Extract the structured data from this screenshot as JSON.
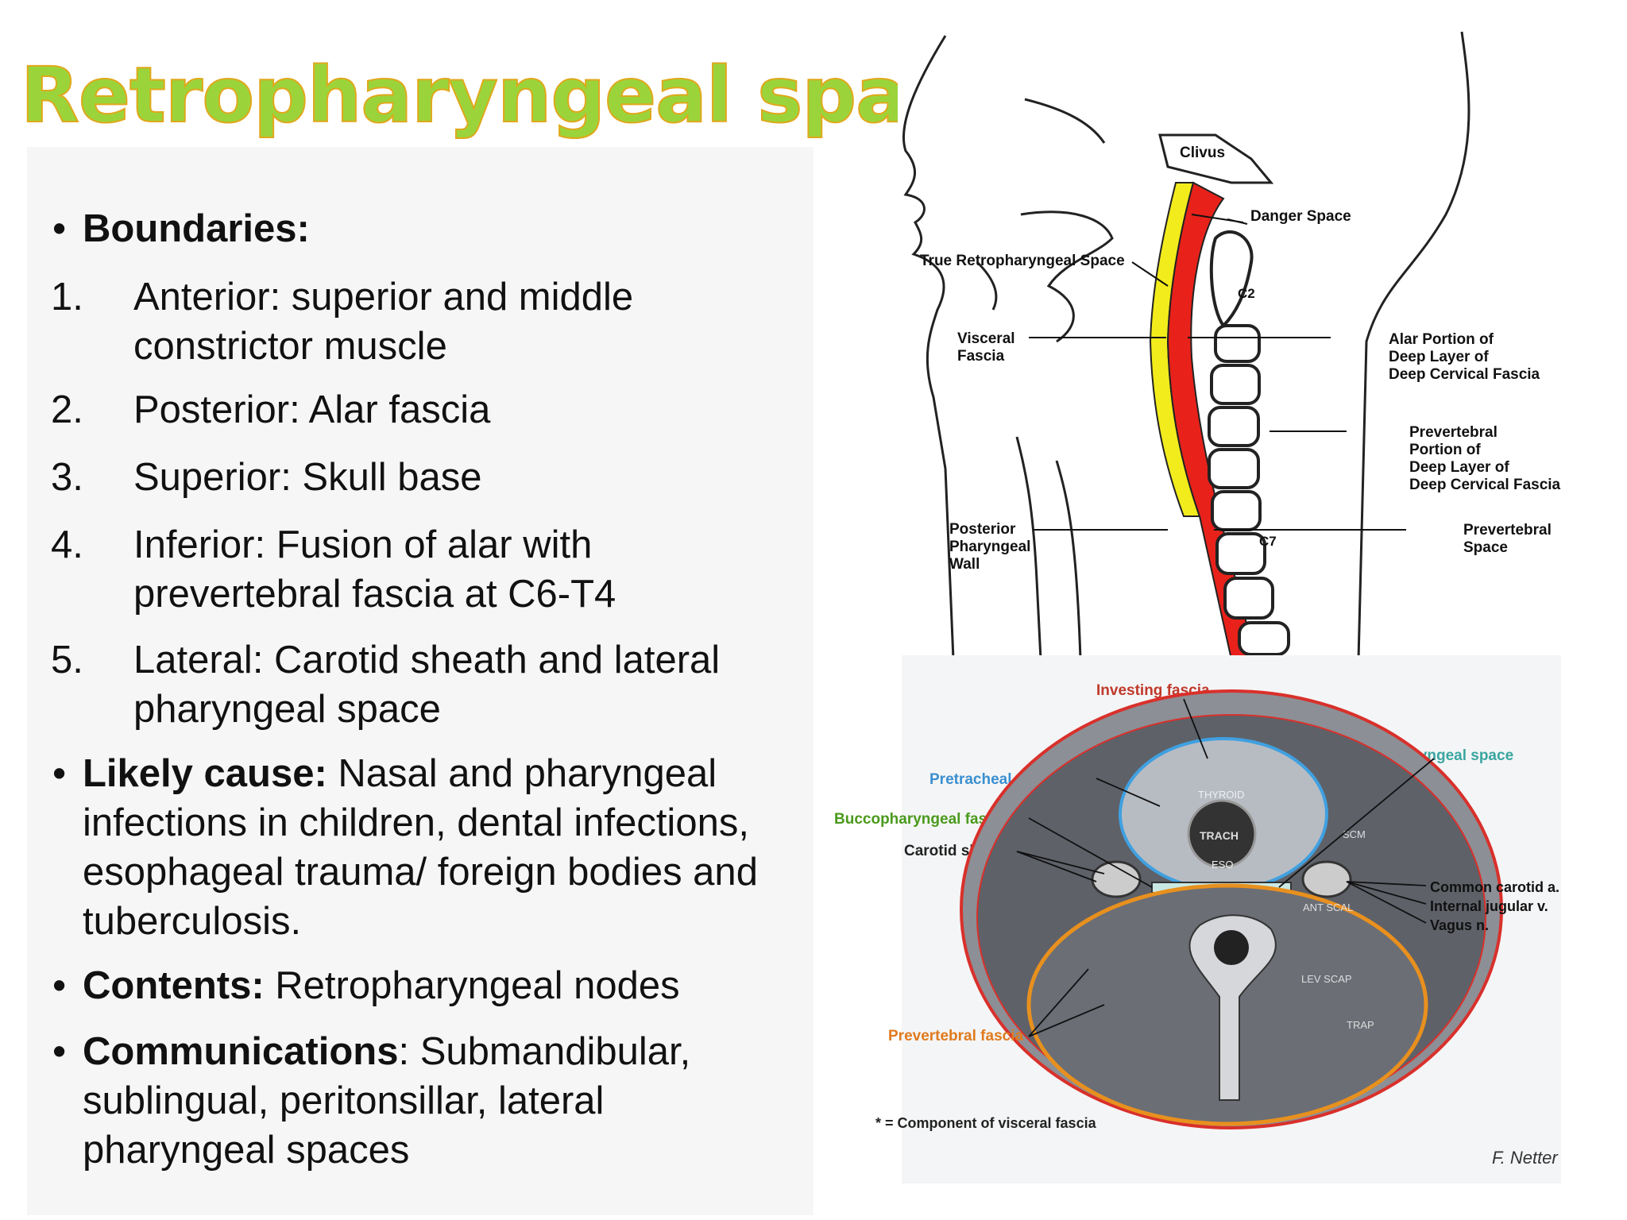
{
  "slide": {
    "title": "Retropharyngeal space",
    "boundaries_label": "Boundaries:",
    "boundaries": [
      {
        "num": "1.",
        "text": "Anterior: superior and middle constrictor muscle"
      },
      {
        "num": "2.",
        "text": "Posterior: Alar fascia"
      },
      {
        "num": "3.",
        "text": "Superior: Skull base"
      },
      {
        "num": "4.",
        "text": "Inferior: Fusion of alar with prevertebral fascia at C6-T4"
      },
      {
        "num": "5.",
        "text": "Lateral: Carotid sheath and lateral pharyngeal space"
      }
    ],
    "likely_cause_label": "Likely cause:",
    "likely_cause_text": " Nasal and pharyngeal infections in children, dental infections, esophageal trauma/ foreign bodies and tuberculosis.",
    "contents_label": "Contents:",
    "contents_text": " Retropharyngeal nodes",
    "communications_label": "Communications",
    "communications_text": ": Submandibular, sublingual, peritonsillar,  lateral pharyngeal spaces"
  },
  "sagittal_figure": {
    "labels": {
      "clivus": "Clivus",
      "danger_space": "Danger Space",
      "true_retro": "True Retropharyngeal Space",
      "c2": "C2",
      "c7": "C7",
      "visceral_1": "Visceral",
      "visceral_2": "Fascia",
      "alar_1": "Alar Portion of",
      "alar_2": "Deep Layer of",
      "alar_3": "Deep Cervical Fascia",
      "prevert_1": "Prevertebral",
      "prevert_2": "Portion of",
      "prevert_3": "Deep Layer of",
      "prevert_4": "Deep Cervical Fascia",
      "post_1": "Posterior",
      "post_2": "Pharyngeal",
      "post_3": "Wall",
      "pvspace_1": "Prevertebral",
      "pvspace_2": "Space"
    },
    "colors": {
      "danger": "#e8221a",
      "retro": "#f3ec1c"
    }
  },
  "axial_figure": {
    "labels": {
      "investing": "Investing fascia",
      "retro_space": "Retropharyngeal space",
      "pretracheal": "Pretracheal fascia *",
      "buccopharyngeal": "Buccopharyngeal fascia *",
      "carotid": "Carotid sheath",
      "thyroid": "THYROID",
      "trach": "TRACH",
      "eso": "ESO",
      "scm": "SCM",
      "ant_scal": "ANT SCAL",
      "lev_scap": "LEV SCAP",
      "trap": "TRAP",
      "common_carotid": "Common carotid a.",
      "internal_jugular": "Internal jugular v.",
      "vagus": "Vagus n.",
      "prevertebral": "Prevertebral fascia",
      "footnote": "* = Component of visceral fascia",
      "signature": "F. Netter"
    },
    "colors": {
      "investing": "#d9302b",
      "pretracheal": "#3fa0e0",
      "prevertebral": "#e8901e",
      "retro": "#2aa8a0"
    }
  }
}
